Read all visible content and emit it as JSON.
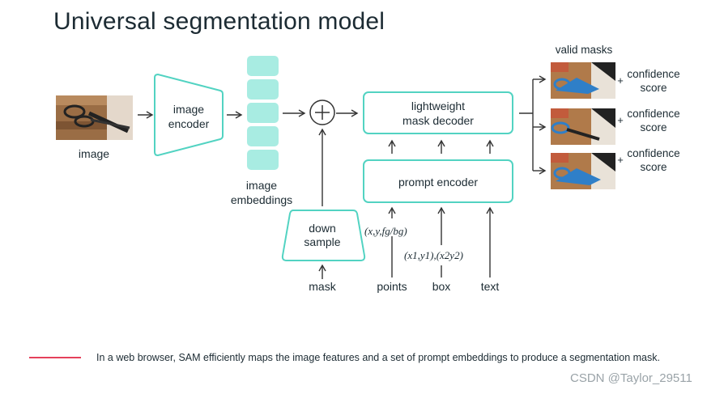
{
  "title": "Universal segmentation model",
  "labels": {
    "image": "image",
    "image_encoder_line1": "image",
    "image_encoder_line2": "encoder",
    "embeddings_line1": "image",
    "embeddings_line2": "embeddings",
    "decoder_line1": "lightweight",
    "decoder_line2": "mask decoder",
    "prompt_encoder": "prompt encoder",
    "down_line1": "down",
    "down_line2": "sample",
    "mask": "mask",
    "points": "points",
    "box": "box",
    "text": "text",
    "points_formula": "(x,y,fg/bg)",
    "box_formula": "(x1,y1),(x2y2)",
    "valid_masks": "valid masks",
    "plus": "+",
    "confidence": "confidence",
    "score": "score"
  },
  "caption": "In a web browser, SAM efficiently maps the image features and a set of prompt embeddings to produce a segmentation mask.",
  "watermark": "CSDN @Taylor_29511",
  "colors": {
    "accent_box": "#52d3c2",
    "embedding_fill": "#a8ece2",
    "caption_line": "#e5415b",
    "text": "#1c2b33",
    "arrow": "#333333"
  }
}
